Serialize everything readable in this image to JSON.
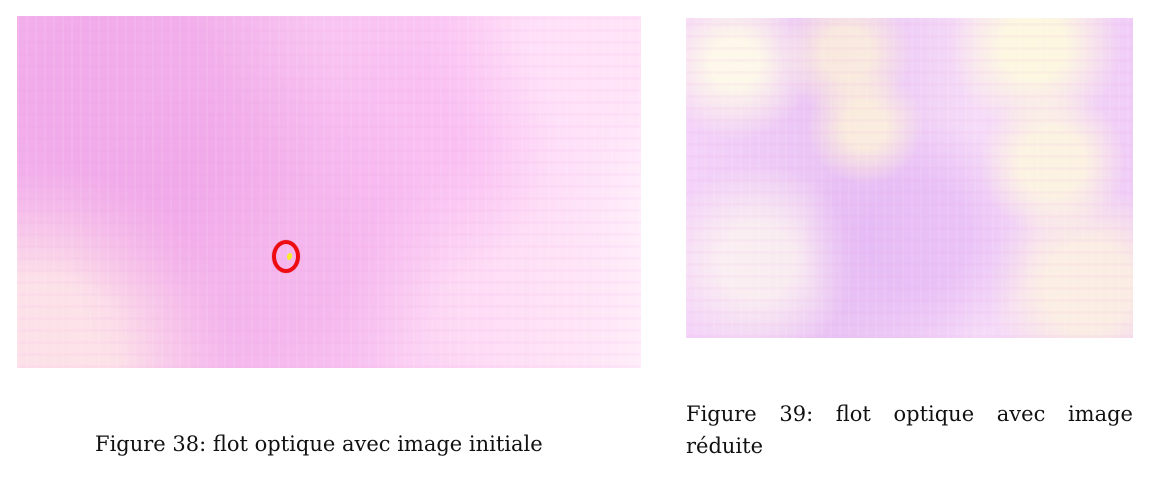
{
  "figures": [
    {
      "caption": "Figure 38: flot optique avec image initiale"
    },
    {
      "caption_words_line1": [
        "Figure",
        "39:",
        "flot",
        "optique",
        "avec",
        "image"
      ],
      "caption_line2": "réduite"
    }
  ],
  "colors": {
    "figure_38_tone": "#f5b9ee",
    "figure_39_tone": "#e9c3f4",
    "marker": "#ee0b12",
    "highlight": "#f5ee25"
  }
}
